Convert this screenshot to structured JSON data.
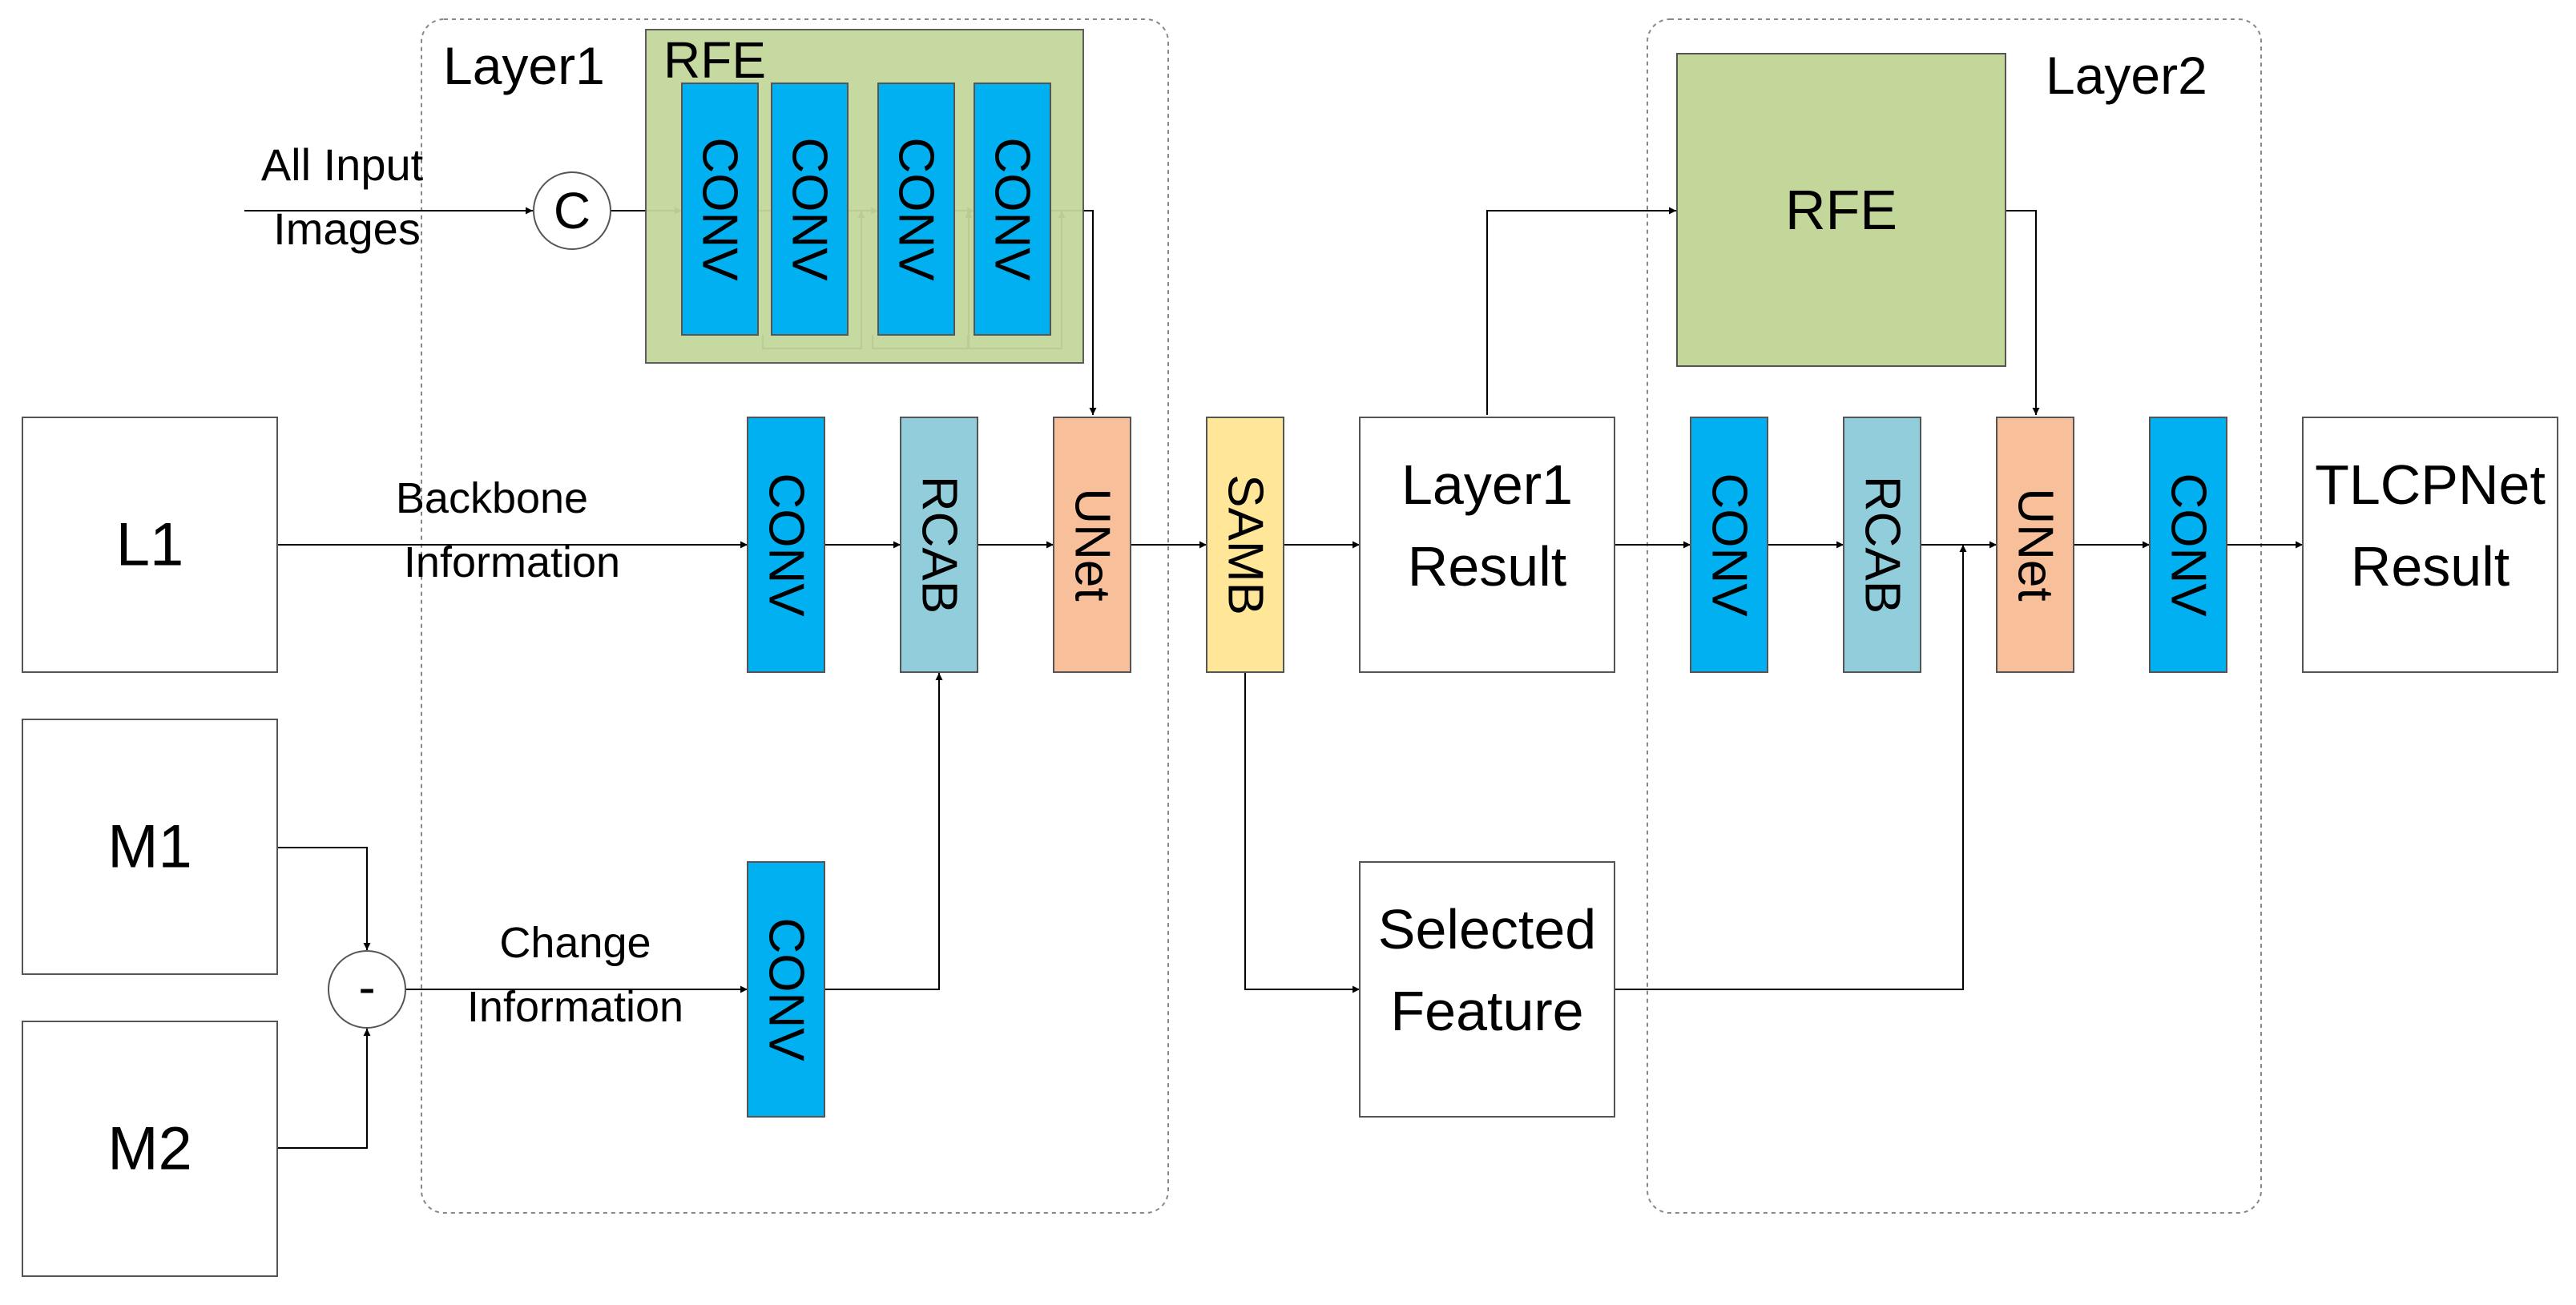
{
  "title": "",
  "colors": {
    "conv": "#00b0f0",
    "rcab": "#92cddc",
    "unet": "#f8c09a",
    "samb": "#ffe699",
    "rfe": "#c4d79b",
    "plain": "#ffffff"
  },
  "groups": {
    "layer1": "Layer1",
    "layer2": "Layer2"
  },
  "inputs": {
    "all_input_line1": "All Input",
    "all_input_line2": "Images",
    "l1": "L1",
    "m1": "M1",
    "m2": "M2"
  },
  "operators": {
    "concat": "C",
    "subtract": "-"
  },
  "edge_labels": {
    "backbone_line1": "Backbone",
    "backbone_line2": "Information",
    "change_line1": "Change",
    "change_line2": "Information"
  },
  "blocks": {
    "rfe": "RFE",
    "conv": "CONV",
    "rcab": "RCAB",
    "unet": "UNet",
    "samb": "SAMB",
    "layer1_result_line1": "Layer1",
    "layer1_result_line2": "Result",
    "selected_line1": "Selected",
    "selected_line2": "Feature",
    "tlcp_line1": "TLCPNet",
    "tlcp_line2": "Result"
  }
}
